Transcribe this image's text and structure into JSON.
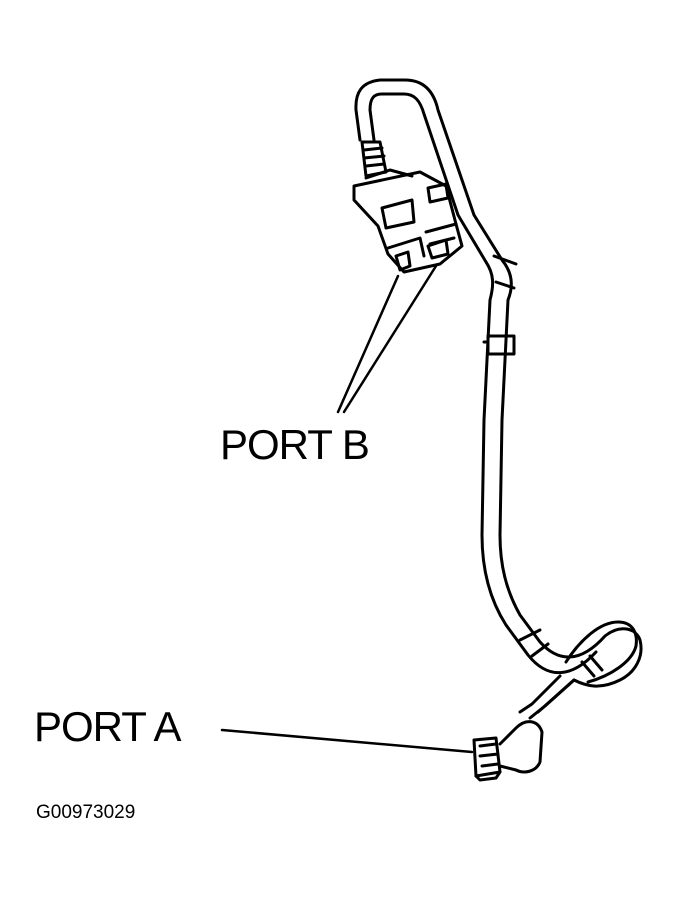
{
  "labels": {
    "port_b": "PORT B",
    "port_a": "PORT A",
    "figure_id": "G00973029"
  },
  "colors": {
    "ink": "#000000",
    "background": "#ffffff"
  }
}
